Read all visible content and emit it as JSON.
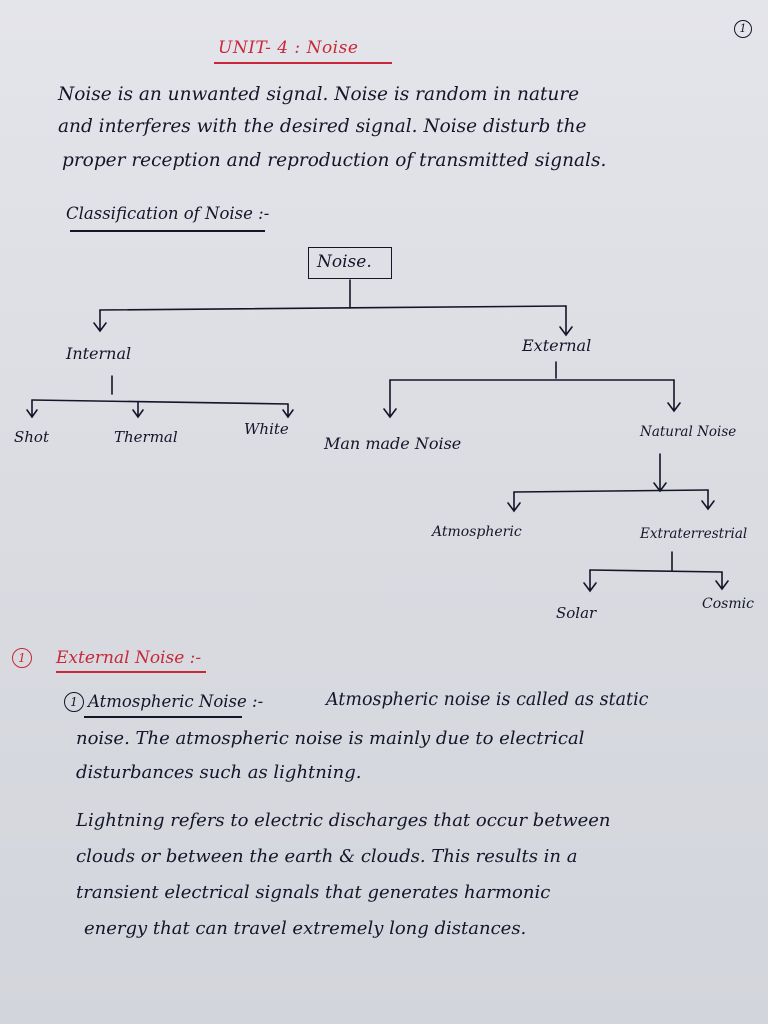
{
  "page_number": "1",
  "title": "UNIT- 4 : Noise",
  "intro": [
    "Noise is an unwanted signal. Noise is random in nature",
    "and interferes with the desired signal. Noise disturb the",
    "proper reception and reproduction of transmitted signals."
  ],
  "classification": {
    "heading": "Classification of Noise :-",
    "root": "Noise.",
    "internal": {
      "label": "Internal",
      "children": [
        "Shot",
        "Thermal",
        "White"
      ]
    },
    "external": {
      "label": "External",
      "man_made": "Man made Noise",
      "natural": {
        "label": "Natural Noise",
        "atmospheric": "Atmospheric",
        "extraterrestrial": {
          "label": "Extraterrestrial",
          "children": [
            "Solar",
            "Cosmic"
          ]
        }
      }
    }
  },
  "section": {
    "number": "1",
    "title": "External Noise :-",
    "sub": {
      "number": "1",
      "heading": "Atmospheric Noise :-",
      "lines": [
        "Atmospheric noise is called as static",
        "noise. The atmospheric noise is mainly due to electrical",
        "disturbances such as lightning.",
        "Lightning refers to electric discharges that occur between",
        "clouds or between the earth & clouds. This results in a",
        "transient electrical signals that generates harmonic",
        "energy that can travel extremely long distances."
      ]
    }
  },
  "colors": {
    "ink": "#15152a",
    "red_ink": "#c8283a",
    "paper": "#e1e2e7"
  }
}
